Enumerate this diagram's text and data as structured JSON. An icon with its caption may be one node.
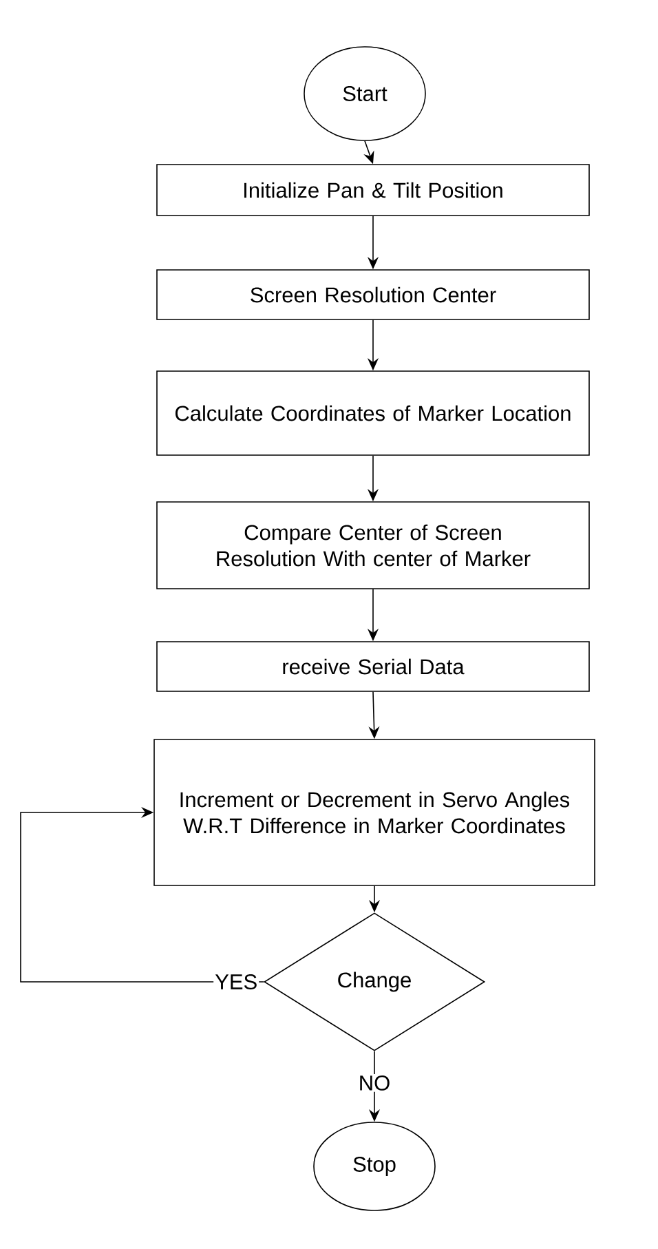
{
  "diagram": {
    "nodes": [
      {
        "text": [
          "Start"
        ]
      },
      {
        "text": [
          "Initialize Pan & Tilt Position"
        ]
      },
      {
        "text": [
          "Screen Resolution Center"
        ]
      },
      {
        "text": [
          "Calculate Coordinates of Marker Location"
        ]
      },
      {
        "text": [
          "Compare Center of Screen Resolution With center of Marker"
        ]
      },
      {
        "text": [
          "receive Serial Data"
        ]
      },
      {
        "text": [
          "Increment or Decrement in Servo Angles W.R.T Difference in Marker Coordinates"
        ]
      },
      {
        "text": [
          "Change"
        ]
      },
      {
        "text": [
          "Stop"
        ]
      }
    ],
    "edges": [
      {
        "from": 0,
        "to": 1,
        "arrow": "to"
      },
      {
        "from": 1,
        "to": 2,
        "arrow": "to"
      },
      {
        "from": 2,
        "to": 3,
        "arrow": "to"
      },
      {
        "from": 3,
        "to": 4,
        "arrow": "to"
      },
      {
        "from": 4,
        "to": 5,
        "arrow": "to"
      },
      {
        "from": 5,
        "to": 6,
        "arrow": "to"
      },
      {
        "from": 6,
        "to": 7,
        "arrow": "to"
      },
      {
        "from": 7,
        "to": 6,
        "arrow": "to",
        "label": "YES"
      },
      {
        "from": 7,
        "to": 8,
        "arrow": "to",
        "label": "NO"
      }
    ]
  }
}
